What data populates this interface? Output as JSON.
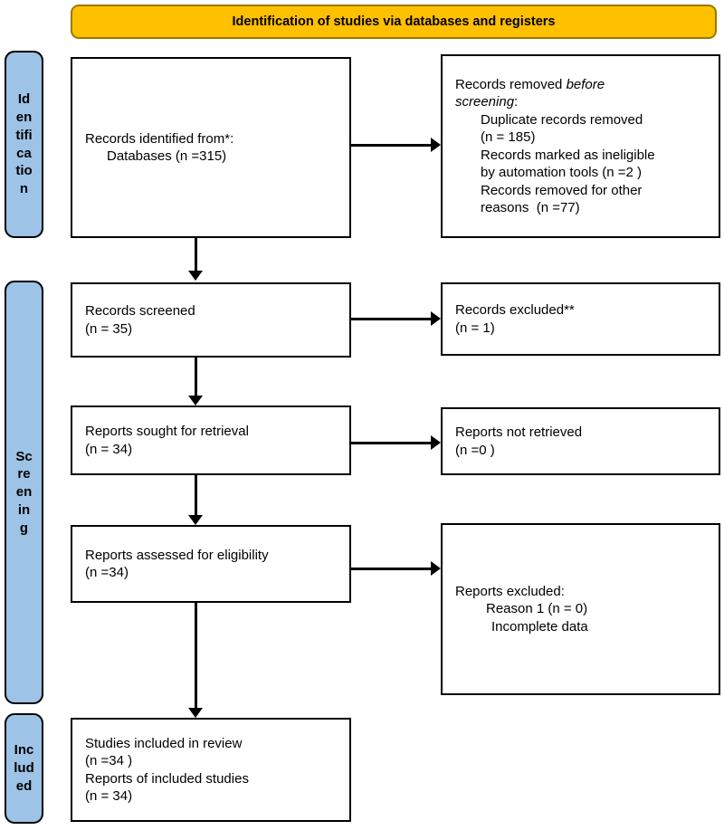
{
  "banner": {
    "label": "Identification of studies via databases and registers"
  },
  "stages": {
    "identification": "Id\nen\ntifi\nca\ntio\nn",
    "screening": "Sc\nre\nen\nin\ng",
    "included": "Inc\nlud\ned"
  },
  "boxes": {
    "identified": {
      "line1": "Records identified from*:",
      "line2": "Databases (n =315)"
    },
    "removed": {
      "lead": "Records removed ",
      "lead_italic": "before\nscreening",
      "colon": ":",
      "item1": "Duplicate records removed\n(n = 185)",
      "item2": "Records marked as ineligible\nby automation tools (n =2 )",
      "item3": "Records removed for other\nreasons  (n =77)"
    },
    "screened": "Records screened\n(n = 35)",
    "excluded": "Records excluded**\n(n = 1)",
    "sought": "Reports sought for retrieval\n(n = 34)",
    "not_retrieved": "Reports not retrieved\n(n =0 )",
    "assessed": "Reports assessed for eligibility\n(n =34)",
    "reports_excluded": {
      "line1": "Reports excluded:",
      "item1": "Reason 1 (n = 0)",
      "item2": "Incomplete data"
    },
    "included": "Studies included in review\n(n =34 )\nReports of included studies\n(n = 34)"
  },
  "colors": {
    "banner_fill": "#FFC000",
    "banner_border": "#9A7800",
    "stage_fill": "#9DC3E6",
    "line_color": "#000000"
  }
}
